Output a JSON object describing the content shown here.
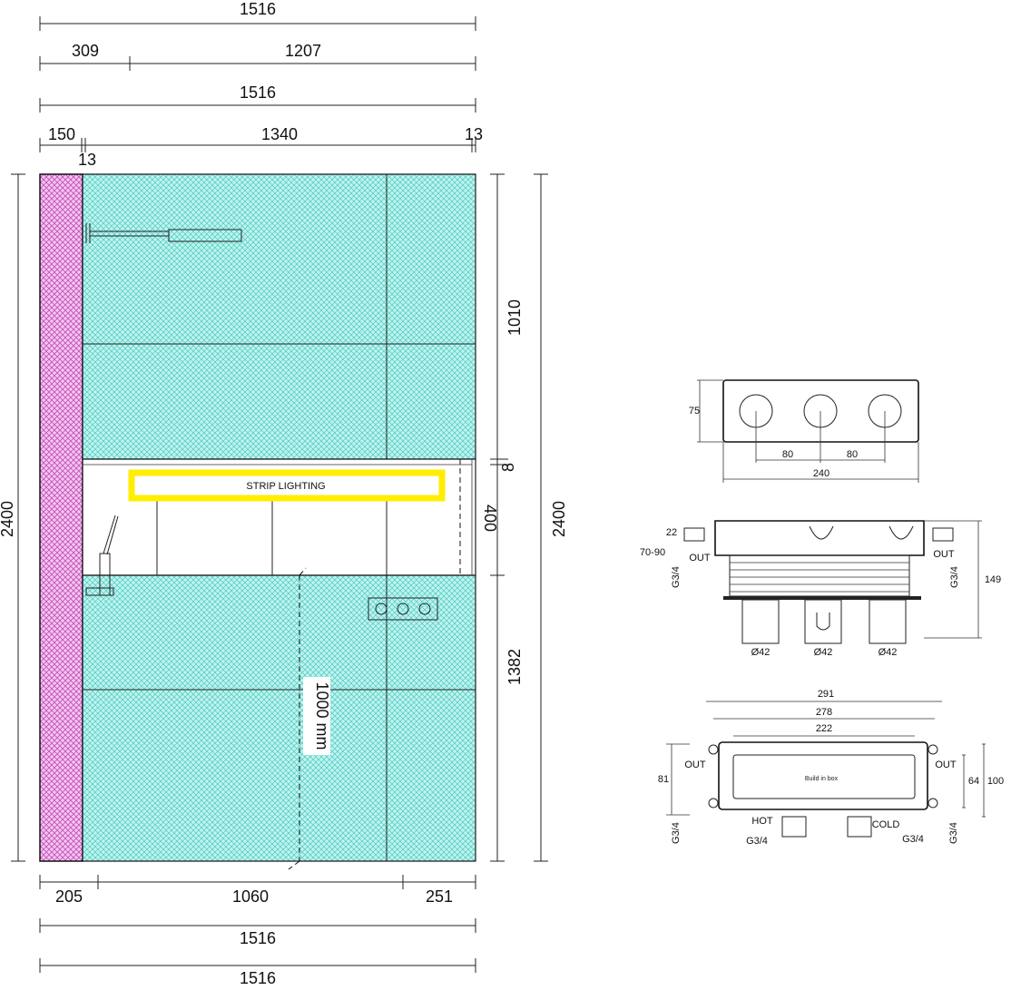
{
  "elevation": {
    "top_dims": {
      "overall_1": "1516",
      "left_seg": "309",
      "right_seg": "1207",
      "overall_2": "1516",
      "wall": "150",
      "tile_width": "1340",
      "edge_right": "13",
      "edge_left": "13"
    },
    "side_dims": {
      "left_height": "2400",
      "right_height": "2400",
      "upper_zone": "1010",
      "gap": "8",
      "niche": "400",
      "lower_zone": "1382"
    },
    "bottom_dims": {
      "left": "205",
      "middle": "1060",
      "right": "251",
      "overall_1": "1516",
      "overall_2": "1516"
    },
    "strip_lighting_label": "STRIP LIGHTING",
    "height_marker": "1000 mm",
    "colors": {
      "tile": "#bff3ef",
      "tile_hatch": "#4cc9c0",
      "wall": "#f4c6f0",
      "wall_hatch": "#c24cb8",
      "strip": "#ffee00"
    }
  },
  "faceplate": {
    "height": "75",
    "spacing_1": "80",
    "spacing_2": "80",
    "width": "240"
  },
  "side_view": {
    "top": "22",
    "depth_range": "70-90",
    "left_out": "OUT",
    "right_out": "OUT",
    "left_thread": "G3/4",
    "right_thread": "G3/4",
    "height": "149",
    "dia_1": "Ø42",
    "dia_2": "Ø42",
    "dia_3": "Ø42"
  },
  "box_view": {
    "outer_width": "291",
    "mid_width": "278",
    "inner_width": "222",
    "box_label": "Build in box",
    "left_out": "OUT",
    "right_out": "OUT",
    "left_height": "81",
    "right_inner": "64",
    "right_outer": "100",
    "hot": "HOT",
    "cold": "COLD",
    "hot_thread": "G3/4",
    "cold_thread": "G3/4",
    "left_thread": "G3/4",
    "right_thread": "G3/4"
  }
}
